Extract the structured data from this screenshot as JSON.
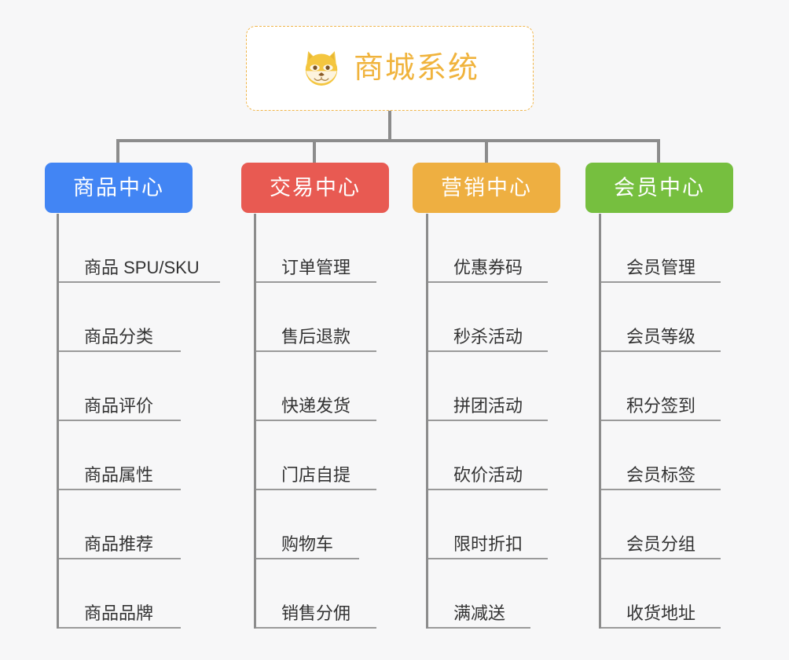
{
  "diagram": {
    "title": "商城系统",
    "root_icon": "shiba-dog-icon",
    "background_color": "#f7f7f8",
    "connector_color": "#8c8c8c",
    "root": {
      "label": "商城系统",
      "border_color": "#f0b54a",
      "text_color": "#f0b33c",
      "background_color": "#ffffff"
    },
    "columns": [
      {
        "id": "product-center",
        "label": "商品中心",
        "color": "#4285f4",
        "items": [
          "商品 SPU/SKU",
          "商品分类",
          "商品评价",
          "商品属性",
          "商品推荐",
          "商品品牌"
        ]
      },
      {
        "id": "trade-center",
        "label": "交易中心",
        "color": "#e85a52",
        "items": [
          "订单管理",
          "售后退款",
          "快递发货",
          "门店自提",
          "购物车",
          "销售分佣"
        ]
      },
      {
        "id": "marketing-center",
        "label": "营销中心",
        "color": "#eeaf41",
        "items": [
          "优惠券码",
          "秒杀活动",
          "拼团活动",
          "砍价活动",
          "限时折扣",
          "满减送"
        ]
      },
      {
        "id": "member-center",
        "label": "会员中心",
        "color": "#76bf3f",
        "items": [
          "会员管理",
          "会员等级",
          "积分签到",
          "会员标签",
          "会员分组",
          "收货地址"
        ]
      }
    ]
  }
}
